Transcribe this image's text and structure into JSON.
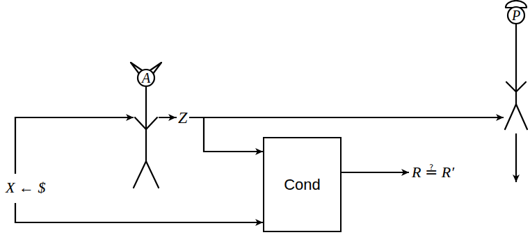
{
  "diagram": {
    "nodes": [
      {
        "text": [
          "A"
        ]
      },
      {
        "text": [
          "P"
        ]
      },
      {
        "text": [
          "Cond"
        ]
      }
    ],
    "edges": [
      {
        "from": 0,
        "to": 1,
        "arrow": "to",
        "label": "Z"
      },
      {
        "from": 0,
        "to": 2,
        "arrow": "to"
      }
    ],
    "labels": [
      "X ← $",
      "R ≟ R′"
    ]
  }
}
